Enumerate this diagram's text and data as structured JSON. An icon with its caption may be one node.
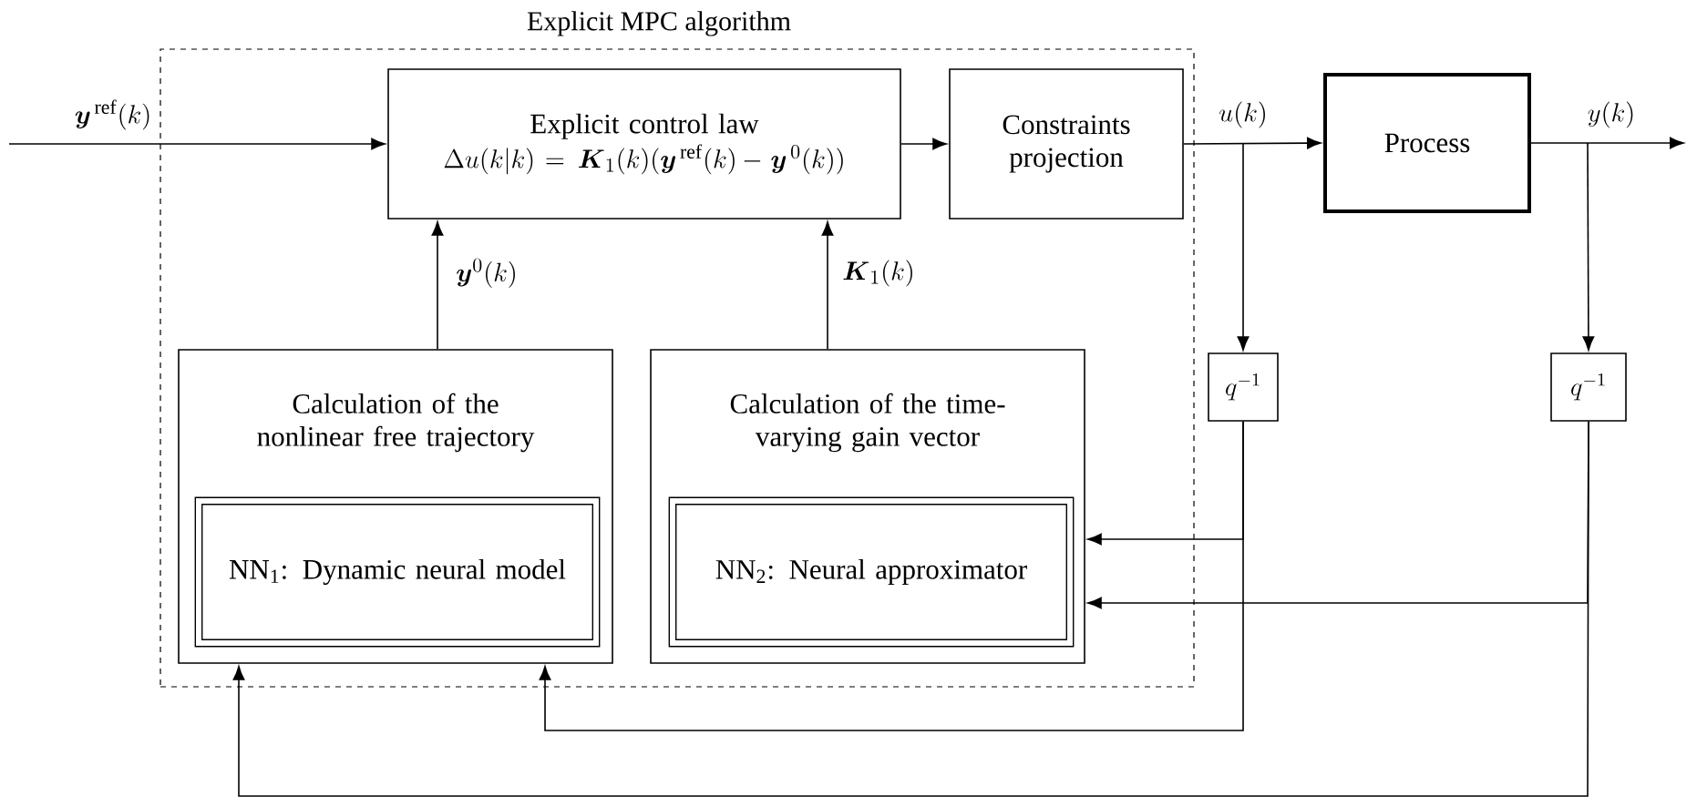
{
  "diagram": {
    "nodes": [
      {
        "text": [
          "Explicit MPC algorithm"
        ]
      },
      {
        "text": [
          "Explicit control law",
          "\\Delta u(k|k)\\mkern-2mu=\\boldsymbol{K}_1(k)(\\boldsymbol{y}^{\\,\\mathrm{ref}}(k)\\mkern-2mu-\\boldsymbol{y}^{\\,0}(k))"
        ],
        "in": 0
      },
      {
        "text": [
          "Constraints projection"
        ],
        "in": 0
      },
      {
        "text": [
          "Process"
        ]
      },
      {
        "text": [
          "Calculation of the nonlinear free trajectory"
        ],
        "in": 0
      },
      {
        "text": [
          "NN$_{1}$: Dynamic neural model"
        ],
        "in": 4
      },
      {
        "text": [
          "Calculation of the time-varying gain vector"
        ],
        "in": 0
      },
      {
        "text": [
          "NN$_{2}$: Neural approximator"
        ],
        "in": 6
      },
      {
        "text": [
          "q^{-1}"
        ]
      },
      {
        "text": [
          "q^{-1}"
        ]
      }
    ],
    "edges": [
      {
        "from": null,
        "to": 1,
        "arrow": "to",
        "label": "\\boldsymbol{y}^{\\,\\mathrm{ref}}(k)"
      },
      {
        "from": 1,
        "to": 2,
        "arrow": "to"
      },
      {
        "from": 2,
        "to": 3,
        "arrow": "to",
        "label": "u(k)"
      },
      {
        "from": 3,
        "to": null,
        "arrow": "to",
        "label": "y(k)"
      },
      {
        "from": 4,
        "to": 1,
        "arrow": "to",
        "label": "\\boldsymbol{y}^0(k)"
      },
      {
        "from": 6,
        "to": 1,
        "arrow": "to",
        "label": "\\boldsymbol{K}_1(k)"
      },
      {
        "from": 2,
        "to": 8,
        "arrow": "to"
      },
      {
        "from": 3,
        "to": 9,
        "arrow": "to"
      },
      {
        "from": 8,
        "to": 6,
        "arrow": "to"
      },
      {
        "from": 9,
        "to": 6,
        "arrow": "to"
      },
      {
        "from": 8,
        "to": 4,
        "arrow": "to"
      },
      {
        "from": 9,
        "to": 4,
        "arrow": "to"
      }
    ]
  }
}
